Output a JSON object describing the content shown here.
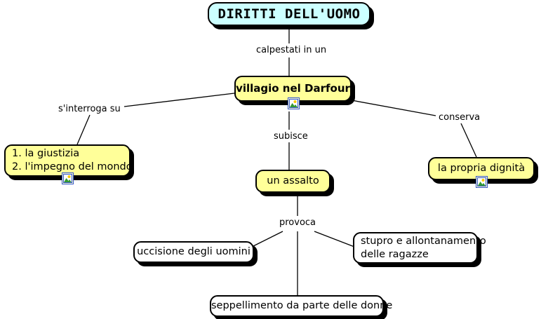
{
  "map": {
    "title": "DIRITTI DELL'UOMO",
    "colors": {
      "title_fill": "#ccffff",
      "node_fill_yellow": "#ffff99",
      "node_fill_white": "#ffffff",
      "border": "#000000",
      "shadow": "#000000",
      "text": "#000000"
    },
    "nodes": [
      {
        "id": "root",
        "label": "DIRITTI DELL'UOMO",
        "fill": "#ccffff",
        "icon": "none"
      },
      {
        "id": "villaggio",
        "label": "villagio nel Darfour",
        "fill": "#ffff99",
        "icon": "image-icon"
      },
      {
        "id": "giustizia",
        "label": "1. la giustizia\n2. l'impegno del mondo",
        "fill": "#ffff99",
        "icon": "image-icon"
      },
      {
        "id": "dignita",
        "label": "la propria dignità",
        "fill": "#ffff99",
        "icon": "image-icon"
      },
      {
        "id": "assalto",
        "label": "un assalto",
        "fill": "#ffff99",
        "icon": "none"
      },
      {
        "id": "uccisione",
        "label": "uccisione degli uomini",
        "fill": "#ffffff",
        "icon": "none"
      },
      {
        "id": "stupro",
        "label": "stupro e allontanamento\ndelle ragazze",
        "fill": "#ffffff",
        "icon": "none"
      },
      {
        "id": "seppellimento",
        "label": "seppellimento da parte delle donne",
        "fill": "#ffffff",
        "icon": "none"
      }
    ],
    "edges": [
      {
        "from": "root",
        "to": "villaggio",
        "label": "calpestati in un"
      },
      {
        "from": "villaggio",
        "to": "giustizia",
        "label": "s'interroga su"
      },
      {
        "from": "villaggio",
        "to": "dignita",
        "label": "conserva"
      },
      {
        "from": "villaggio",
        "to": "assalto",
        "label": "subisce"
      },
      {
        "from": "assalto",
        "to": "uccisione",
        "label": "provoca"
      },
      {
        "from": "assalto",
        "to": "stupro",
        "label": "provoca"
      },
      {
        "from": "assalto",
        "to": "seppellimento",
        "label": "provoca"
      }
    ],
    "edge_labels": {
      "calpestati": "calpestati in un",
      "interroga": "s'interroga su",
      "conserva": "conserva",
      "subisce": "subisce",
      "provoca": "provoca"
    }
  }
}
